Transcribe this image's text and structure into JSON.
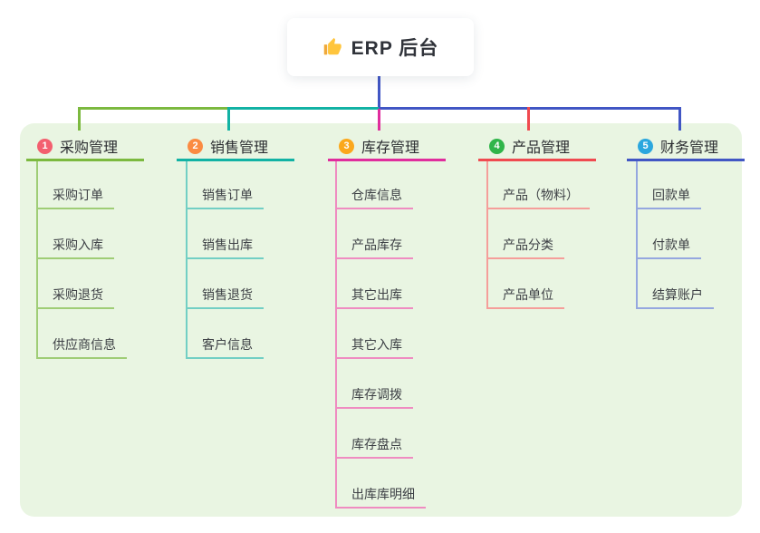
{
  "root": {
    "title": "ERP 后台",
    "icon": "thumbs-up-icon"
  },
  "canvas": {
    "background": "#FFFFFF",
    "panel_color": "#E9F5E2",
    "trunk_color": "#4156C4"
  },
  "branches": [
    {
      "index": "1",
      "label": "采购管理",
      "badge_color": "#F35F6F",
      "line_color": "#7CB93F",
      "light_color": "#9FCD76",
      "children": [
        "采购订单",
        "采购入库",
        "采购退货",
        "供应商信息"
      ]
    },
    {
      "index": "2",
      "label": "销售管理",
      "badge_color": "#FB8B42",
      "line_color": "#12B2A4",
      "light_color": "#72CFC4",
      "children": [
        "销售订单",
        "销售出库",
        "销售退货",
        "客户信息"
      ]
    },
    {
      "index": "3",
      "label": "库存管理",
      "badge_color": "#FBA81C",
      "line_color": "#E02D9D",
      "light_color": "#EF8CC1",
      "children": [
        "仓库信息",
        "产品库存",
        "其它出库",
        "其它入库",
        "库存调拨",
        "库存盘点",
        "出库库明细"
      ]
    },
    {
      "index": "4",
      "label": "产品管理",
      "badge_color": "#30B54A",
      "line_color": "#F04A50",
      "light_color": "#F59E9A",
      "children": [
        "产品（物料）",
        "产品分类",
        "产品单位"
      ]
    },
    {
      "index": "5",
      "label": "财务管理",
      "badge_color": "#2BA7DE",
      "line_color": "#4156C4",
      "light_color": "#95A7DF",
      "children": [
        "回款单",
        "付款单",
        "结算账户"
      ]
    }
  ]
}
